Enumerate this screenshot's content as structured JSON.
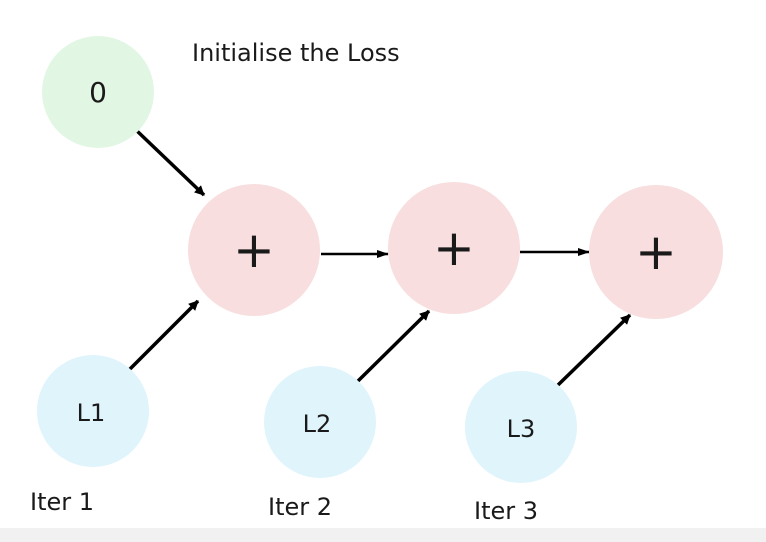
{
  "title": "Initialise the Loss",
  "nodes": {
    "init": {
      "label": "0",
      "color": "#e2f6e4"
    },
    "sum_1": {
      "label": "+",
      "color": "#f8dede"
    },
    "sum_2": {
      "label": "+",
      "color": "#f8dede"
    },
    "sum_3": {
      "label": "+",
      "color": "#f8dede"
    },
    "loss_1": {
      "label": "L1",
      "color": "#e0f4fc"
    },
    "loss_2": {
      "label": "L2",
      "color": "#e0f4fc"
    },
    "loss_3": {
      "label": "L3",
      "color": "#e0f4fc"
    }
  },
  "iterations": [
    "Iter 1",
    "Iter 2",
    "Iter 3"
  ],
  "arrow_color": "#000000"
}
